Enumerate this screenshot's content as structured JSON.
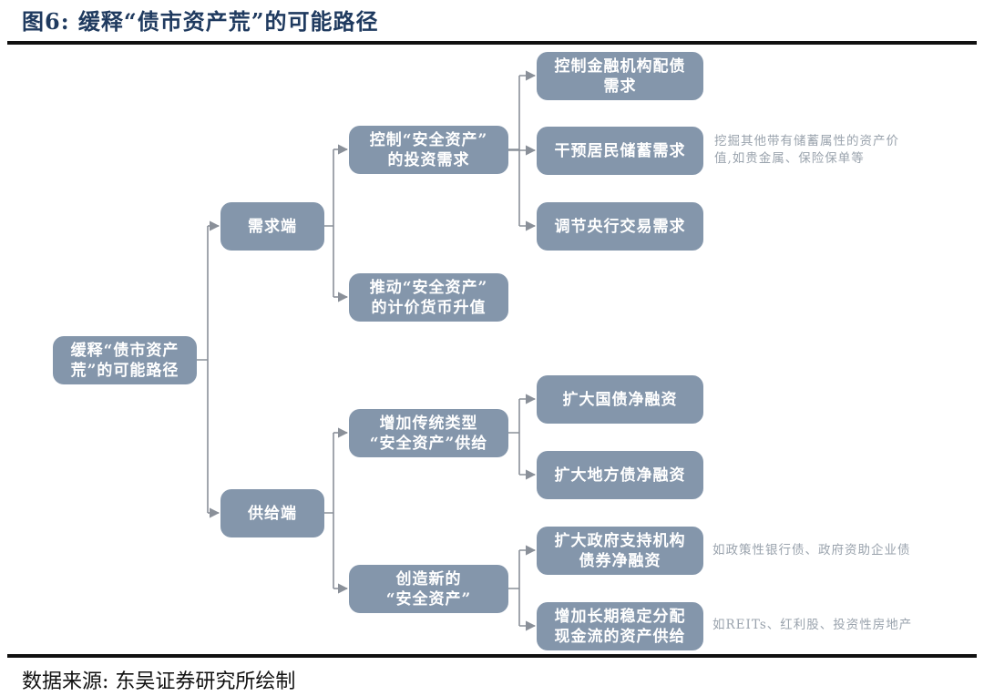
{
  "figure": {
    "title": "图6:  缓释“债市资产荒”的可能路径",
    "source": "数据来源:  东吴证券研究所绘制"
  },
  "colors": {
    "node_fill": "#8496ab",
    "node_text": "#ffffff",
    "connector": "#8a9099",
    "note_text": "#9aa3ad",
    "title_text": "#1f3a5f",
    "rule": "#111111"
  },
  "tree": {
    "root": {
      "line1": "缓释“债市资产",
      "line2": "荒”的可能路径"
    },
    "demand": {
      "label": "需求端",
      "control_safe_asset": {
        "line1": "控制“安全资产”",
        "line2": "的投资需求",
        "children": [
          {
            "line1": "控制金融机构配债",
            "line2": "需求",
            "note": ""
          },
          {
            "line1": "干预居民储蓄需求",
            "line2": "",
            "note_line1": "挖掘其他带有储蓄属性的资产价",
            "note_line2": "值,如贵金属、保险保单等"
          },
          {
            "line1": "调节央行交易需求",
            "line2": "",
            "note": ""
          }
        ]
      },
      "push_currency": {
        "line1": "推动“安全资产”",
        "line2": "的计价货币升值"
      }
    },
    "supply": {
      "label": "供给端",
      "traditional": {
        "line1": "增加传统类型",
        "line2": "“安全资产”供给",
        "children": [
          {
            "line1": "扩大国债净融资"
          },
          {
            "line1": "扩大地方债净融资"
          }
        ]
      },
      "create_new": {
        "line1": "创造新的",
        "line2": "“安全资产”",
        "children": [
          {
            "line1": "扩大政府支持机构",
            "line2": "债券净融资",
            "note": "如政策性银行债、政府资助企业债"
          },
          {
            "line1": "增加长期稳定分配",
            "line2": "现金流的资产供给",
            "note": "如REITs、红利股、投资性房地产"
          }
        ]
      }
    }
  }
}
